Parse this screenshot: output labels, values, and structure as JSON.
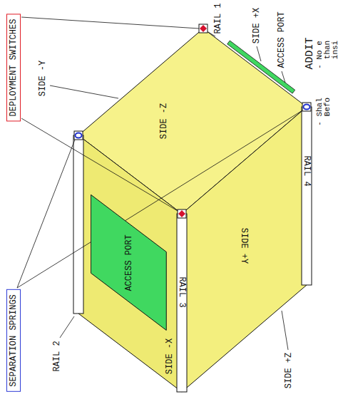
{
  "diagram": {
    "nodes": [
      {
        "text": [
          "DEPLOYMENT SWITCHES"
        ]
      },
      {
        "text": [
          "ACCESS PORT"
        ]
      },
      {
        "text": [
          "SEPARATION SPRINGS"
        ]
      }
    ],
    "labels": [
      "RAIL 1",
      "SIDE -Y",
      "SIDE +X",
      "ACCESS PORT",
      "SIDE -Z",
      "SIDE +Y",
      "RAIL 3",
      "RAIL 4",
      "SIDE -X",
      "RAIL 2",
      "SIDE +Z",
      "ADDIT",
      "- No e",
      "than",
      "insi",
      "- Shal",
      "Befo"
    ]
  }
}
